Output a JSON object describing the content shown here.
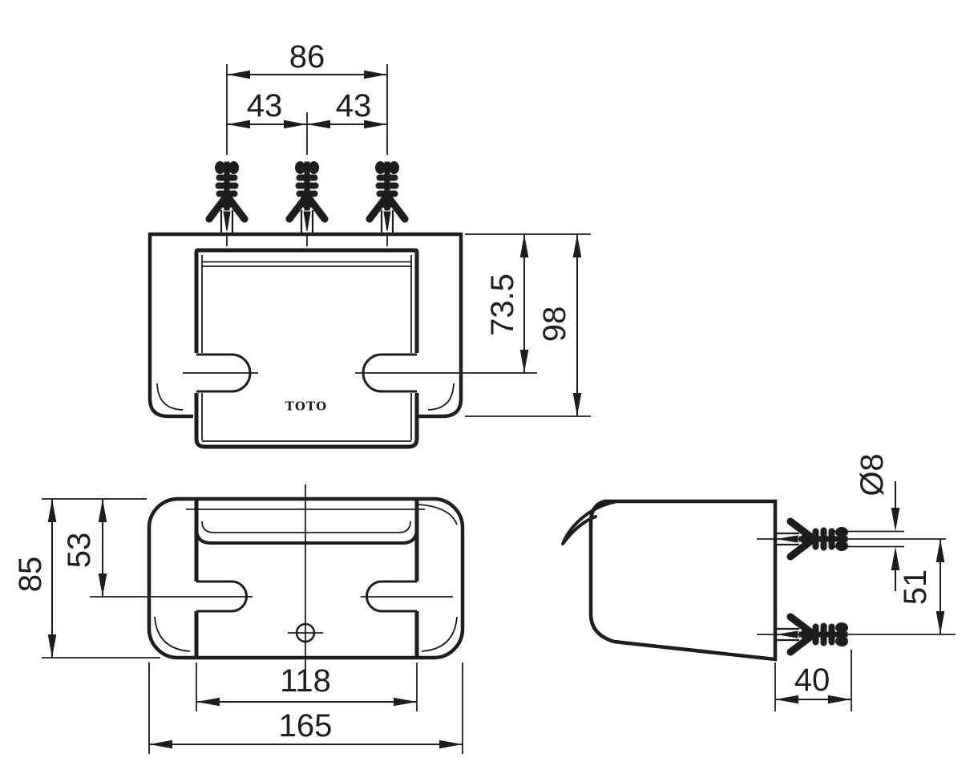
{
  "brand": {
    "logo": "TOTO"
  },
  "dimensions": {
    "top": {
      "overall_width": "86",
      "pitch_left": "43",
      "pitch_right": "43",
      "depth_to_centerline": "73.5",
      "overall_depth": "98"
    },
    "front": {
      "overall_height": "85",
      "height_to_centerline": "53",
      "inner_width": "118",
      "overall_width": "165"
    },
    "side": {
      "anchor_diameter": "Ø8",
      "anchor_vertical_pitch": "51",
      "anchor_embed_length": "40"
    }
  }
}
